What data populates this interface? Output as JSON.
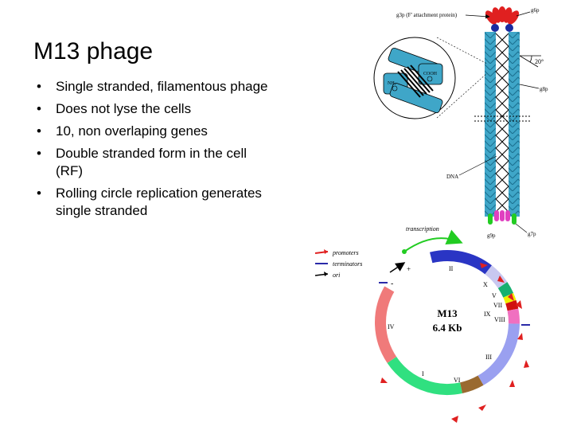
{
  "slide": {
    "title": "M13 phage",
    "bullets": [
      "Single stranded, filamentous phage",
      "Does not lyse the cells",
      "10, non overlaping genes",
      "Double stranded form in the cell (RF)",
      "Rolling circle replication generates single stranded"
    ]
  },
  "phage_diagram": {
    "labels": {
      "g3p": "g3p (F' attachment protein)",
      "g6p": "g6p",
      "g8p": "g8p",
      "dna": "DNA",
      "g9p": "g9p",
      "g7p": "g7p",
      "angle": "20°",
      "inset_nh2": "NH₂",
      "inset_cooh": "COOH"
    }
  },
  "genome_map": {
    "title": "M13",
    "size": "6.4 Kb",
    "transcription_label": "transcription",
    "legend": [
      {
        "label": "promoters",
        "color": "#e02020"
      },
      {
        "label": "terminators",
        "color": "#2a2aa8"
      },
      {
        "label": "ori",
        "color": "#000000"
      }
    ],
    "plus_label": "+",
    "minus_label": "-",
    "genes": [
      {
        "name": "II",
        "color": "#2a35c4"
      },
      {
        "name": "X",
        "color": "#c8c8f0"
      },
      {
        "name": "V",
        "color": "#16b070"
      },
      {
        "name": "VII",
        "color": "#f0f000"
      },
      {
        "name": "IX",
        "color": "#d01010"
      },
      {
        "name": "VIII",
        "color": "#f070c0"
      },
      {
        "name": "III",
        "color": "#9aa0f0"
      },
      {
        "name": "VI",
        "color": "#9a6a30"
      },
      {
        "name": "I",
        "color": "#30e080"
      },
      {
        "name": "IV",
        "color": "#f07a7a"
      }
    ]
  }
}
